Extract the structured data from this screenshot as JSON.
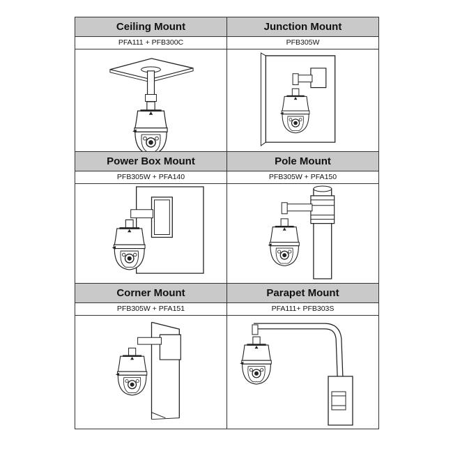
{
  "mounts": [
    {
      "title": "Ceiling Mount",
      "model": "PFA111 + PFB300C",
      "icon": "ceiling-mount-camera-illustration"
    },
    {
      "title": "Junction Mount",
      "model": "PFB305W",
      "icon": "junction-mount-camera-illustration"
    },
    {
      "title": "Power Box Mount",
      "model": "PFB305W  + PFA140",
      "icon": "power-box-mount-camera-illustration"
    },
    {
      "title": "Pole Mount",
      "model": "PFB305W + PFA150",
      "icon": "pole-mount-camera-illustration"
    },
    {
      "title": "Corner Mount",
      "model": "PFB305W + PFA151",
      "icon": "corner-mount-camera-illustration"
    },
    {
      "title": "Parapet Mount",
      "model": "PFA111+ PFB303S",
      "icon": "parapet-mount-camera-illustration"
    }
  ],
  "colors": {
    "header_bg": "#c9c9c9",
    "line": "#333333"
  }
}
